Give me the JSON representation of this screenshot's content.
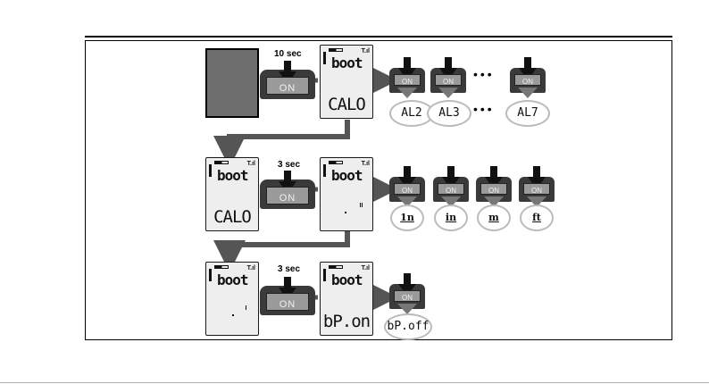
{
  "row1": {
    "delay": "10 sec",
    "button_label": "ON",
    "display": {
      "top": "boot",
      "bottom": "CALO"
    },
    "option_buttons": [
      "ON",
      "ON",
      "ON"
    ],
    "options": [
      "AL2",
      "AL3",
      "AL7"
    ],
    "ellipsis": "•••"
  },
  "row2": {
    "delay": "3 sec",
    "button_label": "ON",
    "display_before": {
      "top": "boot",
      "bottom": "CALO"
    },
    "display_after": {
      "top": "boot"
    },
    "option_buttons": [
      "ON",
      "ON",
      "ON",
      "ON"
    ],
    "options": [
      "1n",
      "in",
      "m",
      "ft"
    ]
  },
  "row3": {
    "delay": "3 sec",
    "button_label": "ON",
    "display_before": {
      "top": "boot"
    },
    "display_after": {
      "top": "boot",
      "bottom": "bP.on"
    },
    "option_buttons": [
      "ON"
    ],
    "options": [
      "bP.off"
    ]
  },
  "colors": {
    "arrow": "#555555",
    "button_dark": "#3a3a3a",
    "button_face": "#9a9a9a",
    "lcd": "#eeeeee"
  }
}
